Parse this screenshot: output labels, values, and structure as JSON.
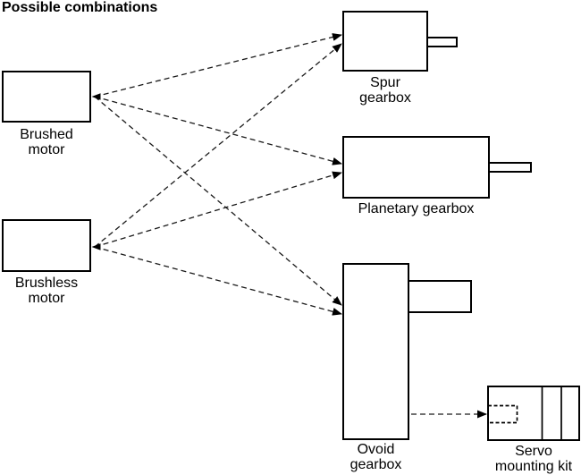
{
  "title": "Possible combinations",
  "nodes": {
    "brushed_motor": {
      "label": "Brushed\nmotor"
    },
    "brushless_motor": {
      "label": "Brushless\nmotor"
    },
    "spur_gearbox": {
      "label": "Spur\ngearbox"
    },
    "planetary_gearbox": {
      "label": "Planetary gearbox"
    },
    "ovoid_gearbox": {
      "label": "Ovoid\ngearbox"
    },
    "servo_mounting_kit": {
      "label": "Servo\nmounting kit"
    }
  },
  "connections": [
    {
      "from": "Brushed motor",
      "to": "Spur gearbox",
      "style": "dashed-arrow"
    },
    {
      "from": "Brushed motor",
      "to": "Planetary gearbox",
      "style": "dashed-arrow"
    },
    {
      "from": "Brushed motor",
      "to": "Ovoid gearbox",
      "style": "dashed-arrow"
    },
    {
      "from": "Brushless motor",
      "to": "Spur gearbox",
      "style": "dashed-arrow"
    },
    {
      "from": "Brushless motor",
      "to": "Planetary gearbox",
      "style": "dashed-arrow"
    },
    {
      "from": "Brushless motor",
      "to": "Ovoid gearbox",
      "style": "dashed-arrow"
    },
    {
      "from": "Ovoid gearbox",
      "to": "Servo mounting kit",
      "style": "dashed-arrow"
    }
  ],
  "colors": {
    "line": "#000000",
    "background": "#ffffff",
    "text": "#000000"
  }
}
